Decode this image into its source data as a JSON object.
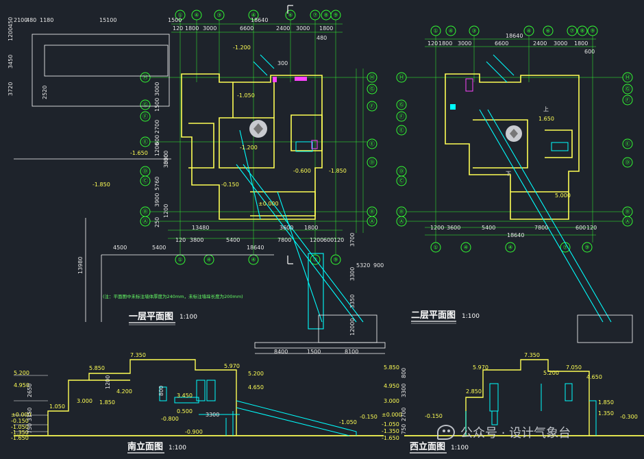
{
  "titles": {
    "plan1": "一层平面图",
    "plan2": "二层平面图",
    "elev_south": "南立面图",
    "elev_west": "西立面图",
    "scale": "1:100"
  },
  "note": "(注：平面图中未标注墙体厚度为240mm，未标注墙垛长度为200mm)",
  "axes_top": [
    "①",
    "④",
    "③",
    "④",
    "⑥",
    "⑦",
    "⑧",
    "⑨"
  ],
  "axes_side": [
    "Ⓗ",
    "Ⓖ",
    "Ⓕ",
    "Ⓔ",
    "Ⓓ",
    "Ⓒ",
    "Ⓑ",
    "Ⓐ"
  ],
  "plan1": {
    "top_dims": [
      "2100",
      "480",
      "1180",
      "15100",
      "1500",
      "18640",
      "120",
      "1800",
      "3000",
      "6600",
      "2400",
      "3000",
      "1800"
    ],
    "bottom_dims": [
      "13480",
      "3600",
      "1800",
      "120",
      "3800",
      "5400",
      "18640",
      "7800",
      "1200",
      "600",
      "120"
    ],
    "side_dims_left": [
      "1200",
      "450",
      "3450",
      "3720",
      "2520",
      "3000",
      "1500",
      "2700",
      "600",
      "1200",
      "3300",
      "3000",
      "5760",
      "3900",
      "250",
      "1200"
    ],
    "levels": [
      "-1.200",
      "-1.050",
      "-1.200",
      "-0.600",
      "-1.850",
      "-0.150",
      "±0.000",
      "-1.850",
      "-1.650"
    ],
    "misc": [
      "4500",
      "5400",
      "13980",
      "8400",
      "1500",
      "8100",
      "5320",
      "900",
      "3300",
      "3350",
      "3700",
      "12000",
      "480",
      "300"
    ]
  },
  "plan2": {
    "top_dims": [
      "18640",
      "120",
      "1800",
      "3000",
      "6600",
      "2400",
      "3000",
      "1800",
      "600"
    ],
    "bottom_dims": [
      "1200",
      "3600",
      "5400",
      "18640",
      "7800",
      "600",
      "120"
    ],
    "levels": [
      "1.650",
      "5.000"
    ],
    "labels": [
      "上",
      "下"
    ]
  },
  "elev_south": {
    "levels": [
      "7.350",
      "5.850",
      "5.970",
      "5.200",
      "4.950",
      "4.200",
      "3.000",
      "1.850",
      "1.050",
      "±0.000",
      "-0.150",
      "-0.800",
      "-0.900",
      "-1.050",
      "-1.350",
      "-1.650",
      "4.650",
      "5.200",
      "3.450",
      "0.500",
      "3300"
    ],
    "dims": [
      "2650",
      "3150",
      "750",
      "800",
      "1200"
    ]
  },
  "elev_west": {
    "levels": [
      "7.350",
      "5.970",
      "5.850",
      "7.050",
      "5.200",
      "4.950",
      "4.650",
      "3.000",
      "2.850",
      "1.850",
      "1.350",
      "±0.000",
      "-0.150",
      "-0.300",
      "-1.050",
      "-1.350",
      "-1.650"
    ],
    "dims": [
      "800",
      "3300",
      "2700",
      "750"
    ]
  },
  "watermark": "公众号 · 设计气象台",
  "colors": {
    "background": "#1e232b",
    "wall": "#ffff55",
    "axis": "#33ff33",
    "dim": "#e8e8e8",
    "accent": "#00ffff",
    "fixture": "#ff44ff"
  }
}
